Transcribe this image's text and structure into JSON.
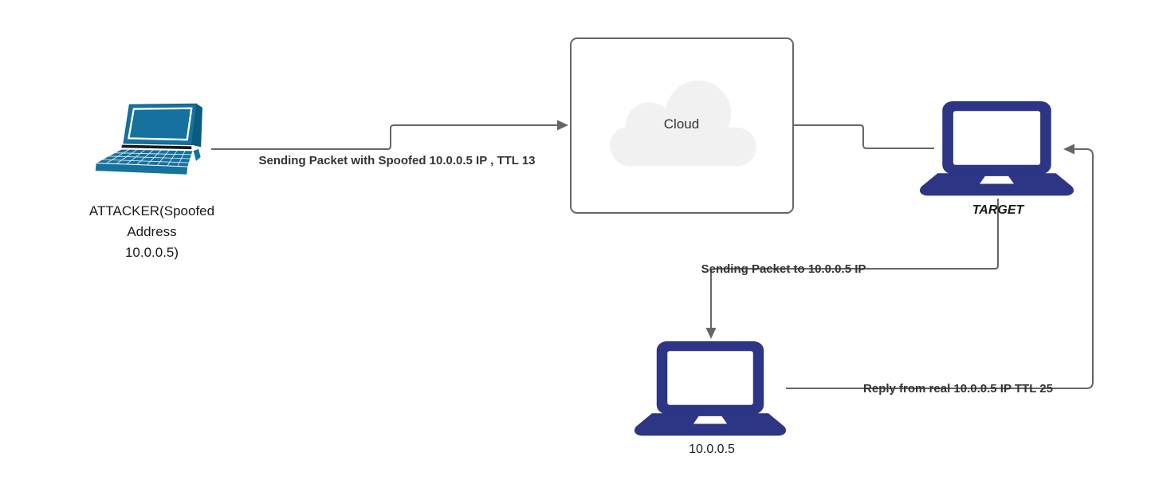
{
  "diagram": {
    "title": "IP spoofing network diagram",
    "nodes": {
      "attacker": {
        "label": "ATTACKER(Spoofed\nAddress\n10.0.0.5)"
      },
      "cloud": {
        "label": "Cloud"
      },
      "target": {
        "label": "TARGET"
      },
      "real_host": {
        "label": "10.0.0.5"
      }
    },
    "edges": {
      "attacker_to_cloud": {
        "label": "Sending Packet with Spoofed 10.0.0.5 IP , TTL 13"
      },
      "cloud_to_target": {
        "label": ""
      },
      "target_to_real_host": {
        "label": "Sending Packet to 10.0.0.5 IP"
      },
      "real_host_to_target": {
        "label": "Reply from real 10.0.0.5 IP TTL 25"
      }
    },
    "colors": {
      "attacker_laptop_teal": "#15719E",
      "attacker_laptop_dark": "#0B5A80",
      "laptop_navy": "#2D3585",
      "connector_gray": "#666666",
      "edge_label_text": "#333333",
      "node_label_text": "#1A1A1A",
      "cloud_fill": "#F1F1F1",
      "cloud_box_border": "#666666",
      "background": "#FFFFFF"
    }
  }
}
